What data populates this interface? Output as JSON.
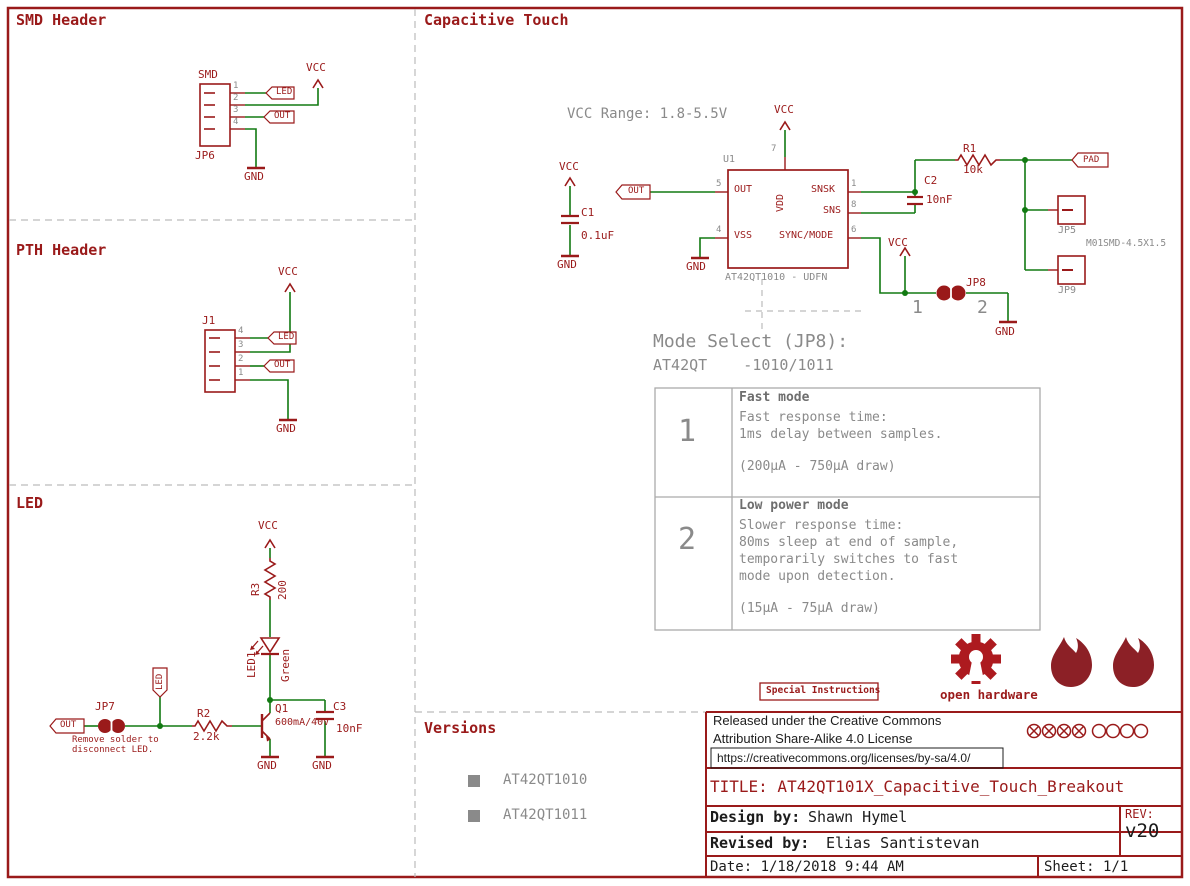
{
  "smd": {
    "title": "SMD Header",
    "conn": "SMD",
    "ref": "JP6",
    "pins": [
      "1",
      "2",
      "3",
      "4"
    ],
    "led_tag": "LED",
    "out_tag": "OUT",
    "vcc": "VCC",
    "gnd": "GND"
  },
  "pth": {
    "title": "PTH Header",
    "ref": "J1",
    "pins": [
      "4",
      "3",
      "2",
      "1"
    ],
    "led_tag": "LED",
    "out_tag": "OUT",
    "vcc": "VCC",
    "gnd": "GND"
  },
  "led": {
    "title": "LED",
    "vcc": "VCC",
    "gnd": "GND",
    "r3_ref": "R3",
    "r3_val": "200",
    "led1_ref": "LED1",
    "led1_val": "Green",
    "q1_ref": "Q1",
    "q1_val": "600mA/40V",
    "r2_ref": "R2",
    "r2_val": "2.2k",
    "jp7_ref": "JP7",
    "note_line1": "Remove solder to",
    "note_line2": "disconnect LED.",
    "led_tag": "LED",
    "out_tag": "OUT",
    "c3_ref": "C3",
    "c3_val": "10nF"
  },
  "cap": {
    "title": "Capacitive Touch",
    "vcc_range": "VCC Range: 1.8-5.5V",
    "u1_ref": "U1",
    "u1_val": "AT42QT1010 - UDFN",
    "pin_out": "OUT",
    "pin_vdd": "VDD",
    "pin_vss": "VSS",
    "pin_snsk": "SNSK",
    "pin_sns": "SNS",
    "pin_sync": "SYNC/MODE",
    "num_out": "5",
    "num_vdd": "7",
    "num_vss": "4",
    "num_snsk": "1",
    "num_sns": "8",
    "num_sync": "6",
    "out_tag": "OUT",
    "pad_tag": "PAD",
    "c1_ref": "C1",
    "c1_val": "0.1uF",
    "c2_ref": "C2",
    "c2_val": "10nF",
    "r1_ref": "R1",
    "r1_val": "10k",
    "jp5": "JP5",
    "jp9": "JP9",
    "footprint": "M01SMD-4.5X1.5",
    "jp8": "JP8",
    "jp8_1": "1",
    "jp8_2": "2",
    "vcc": "VCC",
    "gnd": "GND",
    "mode_title": "Mode Select (JP8):",
    "mode_sub": "AT42QT    -1010/1011"
  },
  "mode_table": {
    "row1": {
      "num": "1",
      "title": "Fast mode",
      "line1": "Fast response time:",
      "line2": "1ms delay between samples.",
      "draw": "(200μA - 750μA draw)"
    },
    "row2": {
      "num": "2",
      "title": "Low power mode",
      "line1": "Slower response time:",
      "line2": "80ms sleep at end of sample,",
      "line3": "temporarily switches to fast",
      "line4": "mode upon detection.",
      "draw": "(15μA - 75μA draw)"
    }
  },
  "footer": {
    "special": "Special Instructions",
    "oshw": "open hardware",
    "cc1": "Released under the Creative Commons",
    "cc2": "Attribution Share-Alike 4.0 License",
    "cc_url": "https://creativecommons.org/licenses/by-sa/4.0/",
    "title": "TITLE: AT42QT101X_Capacitive_Touch_Breakout",
    "design_label": "Design by:",
    "design_value": "Shawn Hymel",
    "revised_label": "Revised by:",
    "revised_value": "Elias Santistevan",
    "rev_label": "REV:",
    "rev_value": "v20",
    "date": "Date: 1/18/2018 9:44 AM",
    "sheet": "Sheet: 1/1"
  },
  "versions": {
    "title": "Versions",
    "items": [
      "AT42QT1010",
      "AT42QT1011"
    ]
  }
}
